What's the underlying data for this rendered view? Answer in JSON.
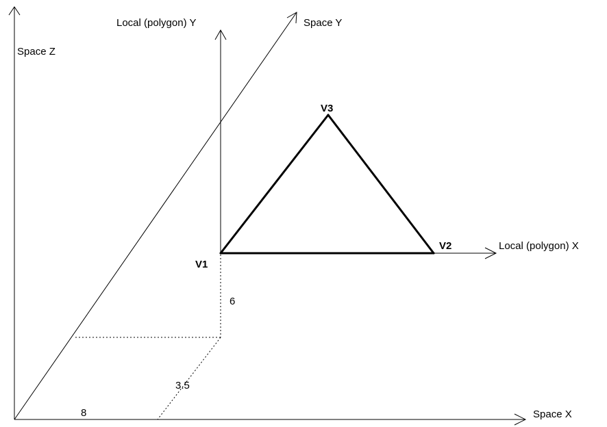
{
  "axes": {
    "space_x": "Space X",
    "space_y": "Space Y",
    "space_z": "Space Z",
    "local_x": "Local (polygon) X",
    "local_y": "Local (polygon) Y"
  },
  "vertices": {
    "v1": "V1",
    "v2": "V2",
    "v3": "V3"
  },
  "dimensions": {
    "x_offset": "8",
    "y_offset": "3.5",
    "z_offset": "6"
  }
}
